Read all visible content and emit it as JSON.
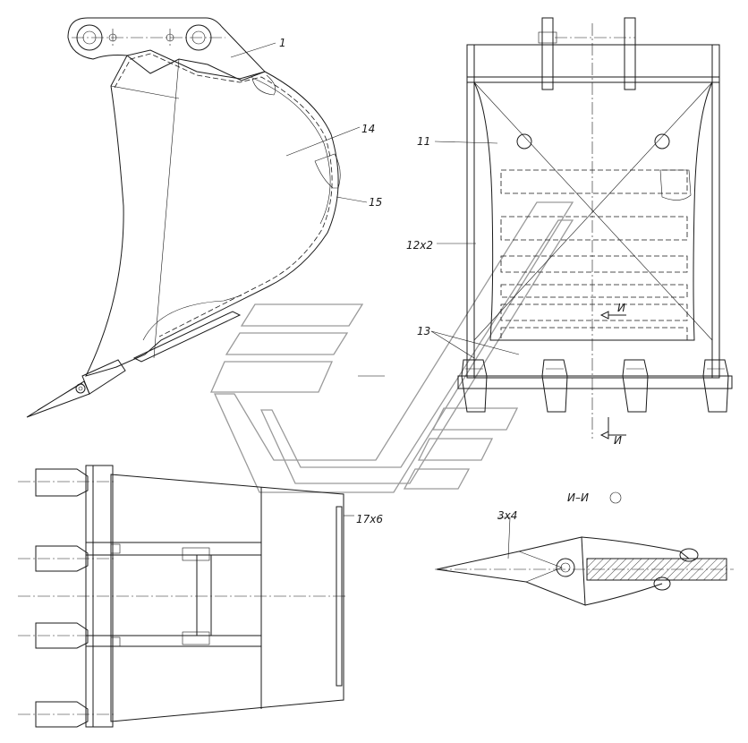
{
  "labels": {
    "l1": "1",
    "l14": "14",
    "l15": "15",
    "l11": "11",
    "l12": "12x2",
    "l13": "13",
    "l17": "17x6",
    "l3": "3x4",
    "cut_mark_top": "И",
    "cut_mark_bottom": "И",
    "section_title": "И–И"
  }
}
